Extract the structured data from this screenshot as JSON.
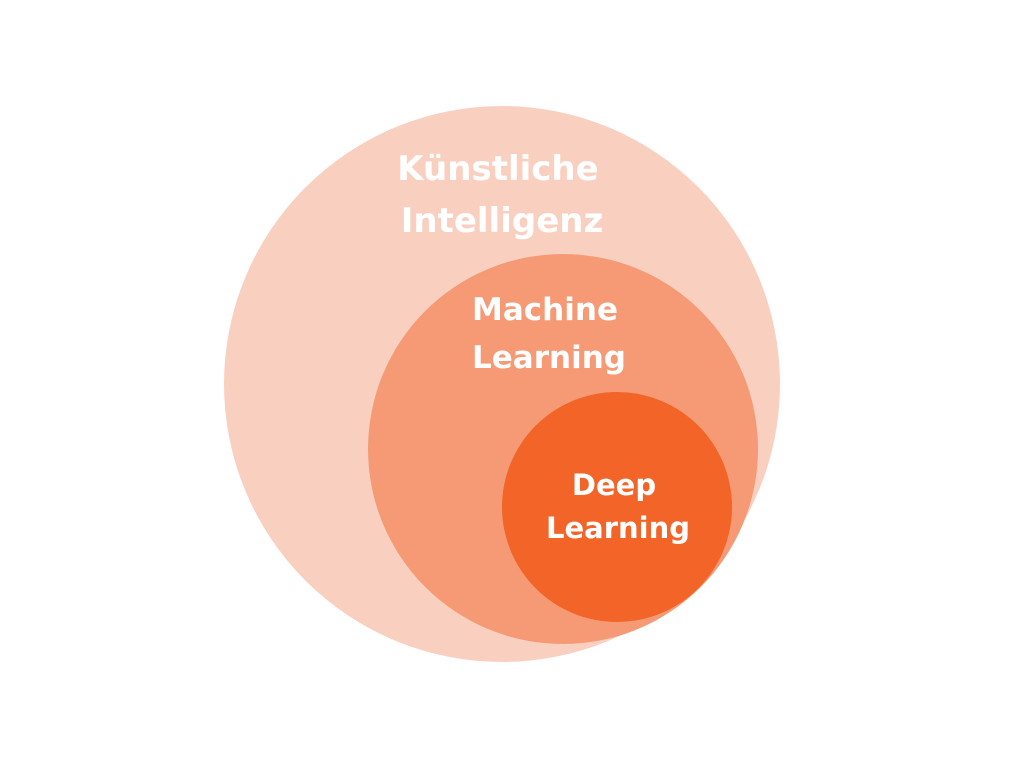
{
  "diagram": {
    "colors": {
      "background": "#ffffff",
      "outer": "#f9d0c0",
      "middle": "#f59a74",
      "inner": "#f26428",
      "text": "#ffffff"
    },
    "circles": {
      "outer": {
        "line1": "Künstliche",
        "line2": "Intelligenz"
      },
      "middle": {
        "line1": "Machine",
        "line2": "Learning"
      },
      "inner": {
        "line1": "Deep",
        "line2": "Learning"
      }
    }
  }
}
